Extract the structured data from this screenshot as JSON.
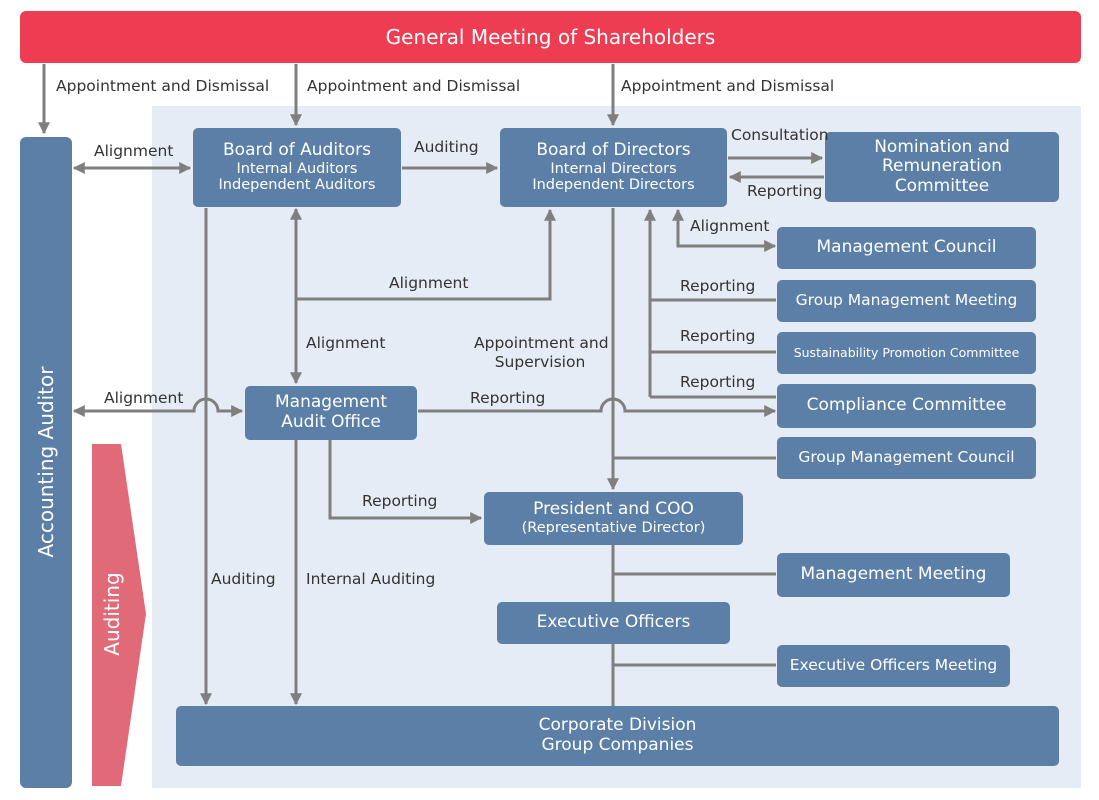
{
  "shareholders": "General Meeting of Shareholders",
  "accounting_auditor": "Accounting Auditor",
  "auditing_banner": "Auditing",
  "board_auditors": {
    "title": "Board of Auditors",
    "line2": "Internal Auditors",
    "line3": "Independent Auditors"
  },
  "board_directors": {
    "title": "Board of Directors",
    "line2": "Internal Directors",
    "line3": "Independent Directors"
  },
  "nomination": {
    "line1": "Nomination and",
    "line2": "Remuneration",
    "line3": "Committee"
  },
  "management_council": "Management Council",
  "group_mgmt_meeting": "Group Management Meeting",
  "sustainability": "Sustainability Promotion Committee",
  "compliance": "Compliance Committee",
  "group_mgmt_council": "Group Management Council",
  "audit_office": {
    "line1": "Management",
    "line2": "Audit Office"
  },
  "president": {
    "line1": "President and COO",
    "line2": "(Representative Director)"
  },
  "management_meeting": "Management Meeting",
  "executive_officers": "Executive Officers",
  "exec_officers_meeting": "Executive Officers Meeting",
  "corporate": {
    "line1": "Corporate Division",
    "line2": "Group Companies"
  },
  "labels": {
    "appt_dismissal": "Appointment and Dismissal",
    "alignment": "Alignment",
    "auditing": "Auditing",
    "consultation": "Consultation",
    "reporting": "Reporting",
    "appt_supervision_1": "Appointment and",
    "appt_supervision_2": "Supervision",
    "internal_auditing": "Internal Auditing"
  },
  "colors": {
    "header_red": "#ee3d52",
    "box_blue": "#5b7fa6",
    "panel_bg": "#e6ecf5",
    "arrow_gray": "#7f7f7f",
    "banner_pink": "#e06a78"
  }
}
